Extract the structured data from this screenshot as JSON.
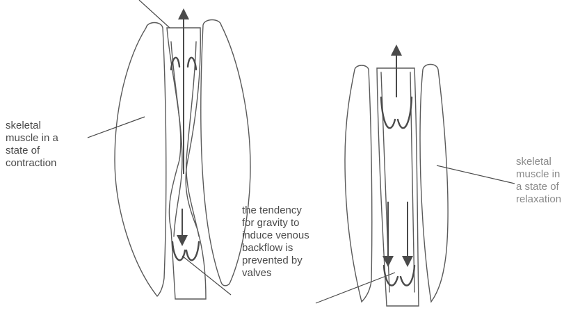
{
  "labels": {
    "contraction": [
      "skeletal",
      "muscle in a",
      "state of",
      "contraction"
    ],
    "gravity": [
      "the tendency",
      "for gravity to",
      "induce venous",
      "backflow is",
      "prevented by",
      "valves"
    ],
    "relaxation": [
      "skeletal",
      "muscle in",
      "a state of",
      "relaxation"
    ]
  },
  "colors": {
    "line": "#5a5a5a",
    "text": "#4a4a4a",
    "background": "#ffffff"
  }
}
